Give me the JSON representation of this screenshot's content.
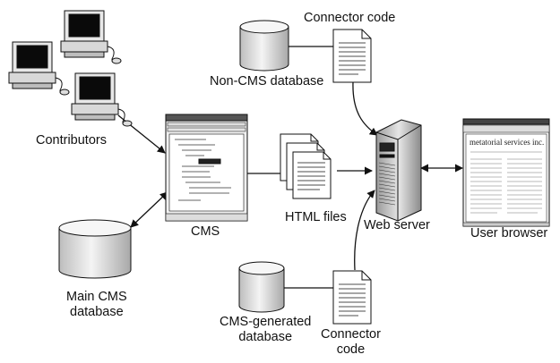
{
  "labels": {
    "contributors": "Contributors",
    "cms": "CMS",
    "html_files": "HTML files",
    "web_server": "Web server",
    "user_browser": "User browser",
    "non_cms_database": "Non-CMS database",
    "connector_code_top": "Connector code",
    "main_cms_database_line1": "Main CMS",
    "main_cms_database_line2": "database",
    "cms_generated_database_line1": "CMS-generated",
    "cms_generated_database_line2": "database",
    "connector_code_bottom_line1": "Connector",
    "connector_code_bottom_line2": "code"
  },
  "browser_screenshot": {
    "heading": "metatorial services inc."
  },
  "colors": {
    "stroke": "#111111",
    "fill_light": "#f2f2f2",
    "fill_mid": "#cfcfcf",
    "screen": "#0a0a0a"
  }
}
